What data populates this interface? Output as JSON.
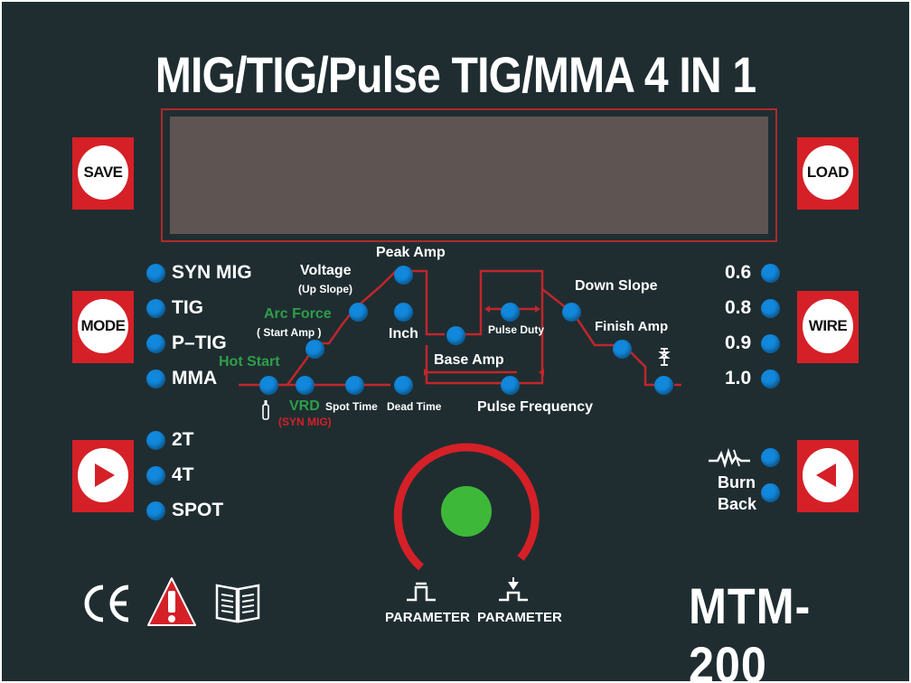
{
  "title": "MIG/TIG/Pulse TIG/MMA 4 IN 1",
  "model": "MTM-200",
  "buttons": {
    "save": "SAVE",
    "load": "LOAD",
    "mode": "MODE",
    "wire": "WIRE",
    "next": "play-right-icon",
    "prev": "play-left-icon"
  },
  "modes": [
    "SYN MIG",
    "TIG",
    "P–TIG",
    "MMA"
  ],
  "triggers": [
    "2T",
    "4T",
    "SPOT"
  ],
  "wire_sizes": [
    "0.6",
    "0.8",
    "0.9",
    "1.0"
  ],
  "burn_back": [
    "Burn",
    "Back"
  ],
  "parameters": {
    "hot_start": "Hot Start",
    "arc_force": "Arc Force",
    "start_amp": "( Start Amp )",
    "voltage": "Voltage",
    "up_slope": "(Up Slope)",
    "peak_amp": "Peak Amp",
    "inch": "Inch",
    "base_amp": "Base Amp",
    "pulse_duty": "Pulse Duty",
    "down_slope": "Down Slope",
    "finish_amp": "Finish Amp",
    "vrd": "VRD",
    "syn_mig": "(SYN MIG)",
    "spot_time": "Spot Time",
    "dead_time": "Dead Time",
    "pulse_frequency": "Pulse Frequency"
  },
  "knob": {
    "left_label": "PARAMETER",
    "right_label": "PARAMETER"
  },
  "colors": {
    "panel": "#1f2d31",
    "accent_red": "#d52027",
    "led_blue": "#1288dc",
    "knob_green": "#3db839",
    "label_green": "#2e9e48",
    "display": "#5e5451"
  },
  "icons": [
    "ce-mark-icon",
    "warning-icon",
    "manual-book-icon"
  ]
}
